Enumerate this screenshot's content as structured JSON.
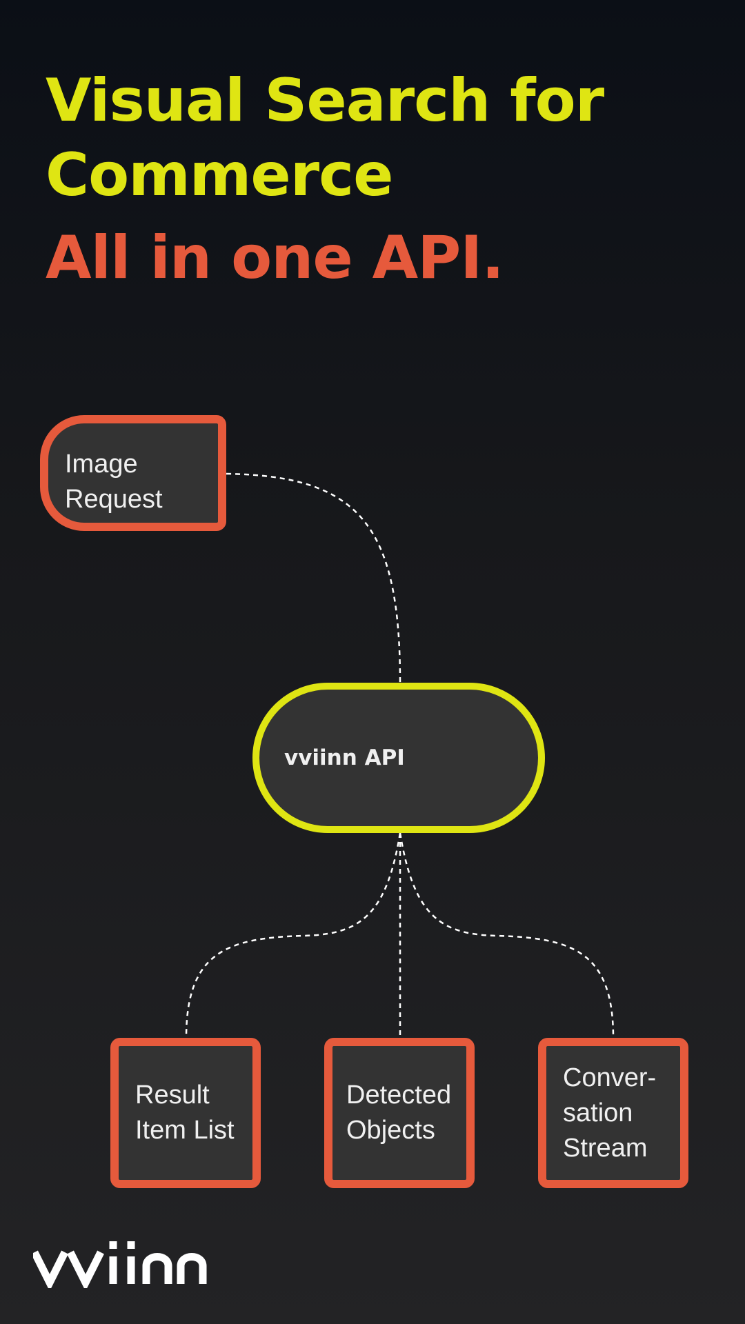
{
  "header": {
    "title_line1": "Visual Search for",
    "title_line2": "Commerce",
    "tagline": "All in one API."
  },
  "diagram": {
    "input_node": {
      "line1": "Image",
      "line2": "Request"
    },
    "api_node": {
      "label": "vviinn API"
    },
    "output_nodes": [
      {
        "line1": "Result",
        "line2": "Item List"
      },
      {
        "line1": "Detected",
        "line2": "Objects"
      },
      {
        "line1": "Conver-",
        "line2": "sation",
        "line3": "Stream"
      }
    ]
  },
  "brand": {
    "logo_text": "vviinn"
  },
  "colors": {
    "accent_yellow": "#dfe513",
    "accent_red": "#e65a3c",
    "node_fill": "#333333",
    "text_light": "#f0f0f0"
  }
}
